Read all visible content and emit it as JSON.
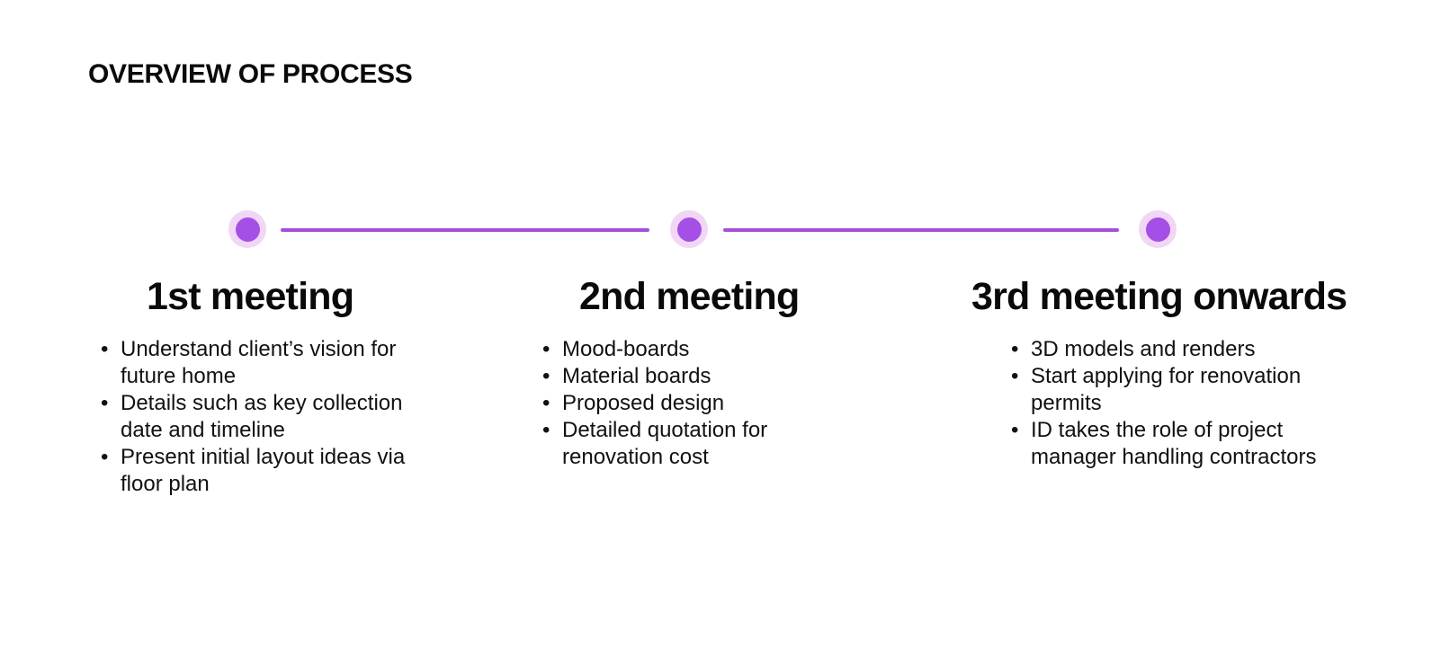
{
  "title": "OVERVIEW OF PROCESS",
  "colors": {
    "accent": "#a44fd8",
    "node_outer": "#f1d6f5",
    "node_inner": "#a44fe6",
    "text": "#0a0a0a"
  },
  "stages": [
    {
      "title": "1st meeting",
      "items": [
        "Understand client’s vision for future home",
        "Details such as key collection date and timeline",
        "Present initial layout ideas via floor plan"
      ]
    },
    {
      "title": "2nd meeting",
      "items": [
        "Mood-boards",
        "Material boards",
        "Proposed design",
        "Detailed quotation for renovation cost"
      ]
    },
    {
      "title": "3rd meeting onwards",
      "items": [
        "3D models and renders",
        "Start applying for renovation permits",
        "ID takes the role of project manager handling contractors"
      ]
    }
  ],
  "bullet_glyph": "•"
}
